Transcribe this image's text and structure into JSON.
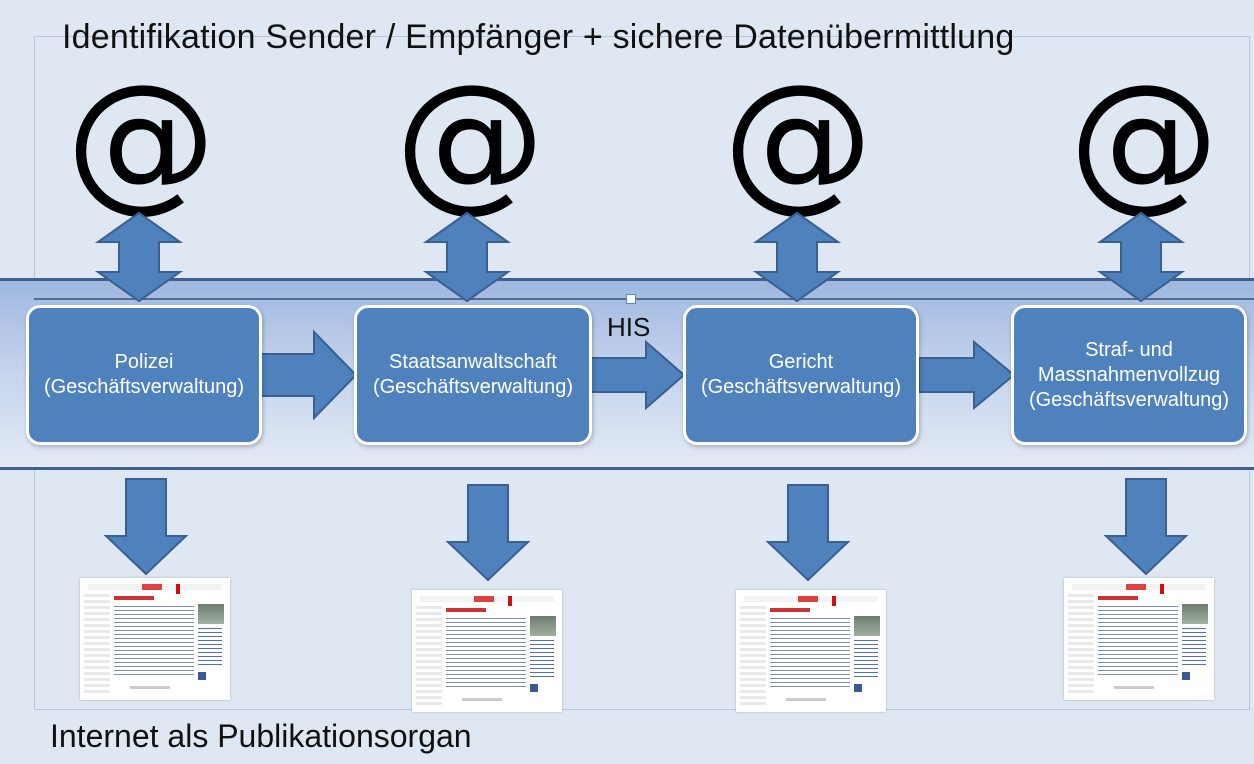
{
  "diagram": {
    "title": "Identifikation Sender / Empfänger + sichere Datenübermittlung",
    "footer": "Internet als Publikationsorgan",
    "middle_label": "HIS",
    "at_symbol": "@",
    "stages": [
      {
        "label": "Polizei\n(Geschäftsverwaltung)"
      },
      {
        "label": "Staatsanwaltschaft\n(Geschäftsverwaltung)"
      },
      {
        "label": "Gericht\n(Geschäftsverwaltung)"
      },
      {
        "label": "Straf- und\nMassnahmenvollzug\n(Geschäftsverwaltung)"
      }
    ]
  },
  "colors": {
    "background": "#dfe7f3",
    "band": "#b7c9e7",
    "box_fill": "#4f81bd",
    "box_border": "#ffffff",
    "arrow_fill": "#4f81bd",
    "arrow_stroke": "#3a6090"
  },
  "icons": [
    "at-sign-icon",
    "double-headed-vertical-arrow-icon",
    "right-arrow-icon",
    "down-arrow-icon",
    "website-thumbnail"
  ]
}
